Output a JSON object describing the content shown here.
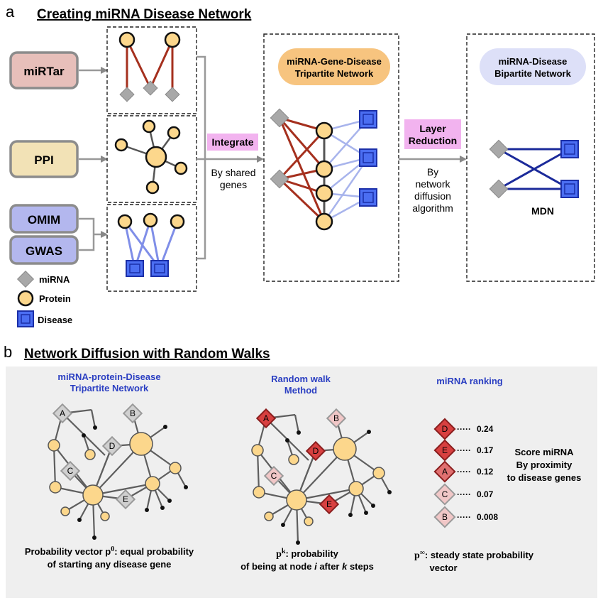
{
  "panel_a": {
    "letter": "a",
    "heading": "Creating miRNA Disease Network",
    "sources": {
      "mirtar": "miRTar",
      "ppi": "PPI",
      "omim": "OMIM",
      "gwas": "GWAS"
    },
    "integrate": {
      "label": "Integrate",
      "caption_line1": "By shared",
      "caption_line2": "genes"
    },
    "tripartite": {
      "title_line1": "miRNA-Gene-Disease",
      "title_line2": "Tripartite Network"
    },
    "reduction": {
      "label_line1": "Layer",
      "label_line2": "Reduction",
      "caption_line1": "By",
      "caption_line2": "network",
      "caption_line3": "diffusion",
      "caption_line4": "algorithm"
    },
    "bipartite": {
      "title_line1": "miRNA-Disease",
      "title_line2": "Bipartite Network",
      "caption": "MDN"
    },
    "legend": {
      "mirna": "miRNA",
      "protein": "Protein",
      "disease": "Disease"
    },
    "colors": {
      "mirtar_fill": "#e7bfba",
      "ppi_fill": "#f2e2b6",
      "omim_fill": "#b3b7ee",
      "integrate_fill": "#f2b3ef",
      "tripartite_title_fill": "#f7c47f",
      "bipartite_title_fill": "#dde0f8",
      "protein_fill": "#fcd78c",
      "disease_fill": "#4b6ef2",
      "mirna_fill": "#a8a8a8",
      "mirtar_edge": "#a5301e",
      "disease_edge": "#7f8ee8",
      "mdn_edge": "#1b2a9a"
    }
  },
  "panel_b": {
    "letter": "b",
    "heading": "Network Diffusion with Random Walks",
    "net1": {
      "title_line1": "miRNA-protein-Disease",
      "title_line2": "Tripartite Network",
      "caption_line1_pre": "Probability vector p",
      "caption_sup": "0",
      "caption_line1_post": ": equal probability",
      "caption_line2": "of starting any disease gene"
    },
    "net2": {
      "title_line1": "Random walk",
      "title_line2": "Method",
      "caption_p": "p",
      "caption_sup": "k",
      "caption_line1_post": ": probability",
      "caption_line2_pre": "of being at node ",
      "caption_i": "i",
      "caption_line2_mid": " after ",
      "caption_k": "k",
      "caption_line2_post": " steps"
    },
    "ranking": {
      "title": "miRNA ranking",
      "items": [
        {
          "label": "D",
          "score": "0.24"
        },
        {
          "label": "E",
          "score": "0.17"
        },
        {
          "label": "A",
          "score": "0.12"
        },
        {
          "label": "C",
          "score": "0.07"
        },
        {
          "label": "B",
          "score": "0.008"
        }
      ],
      "note_line1": "Score miRNA",
      "note_line2": "By proximity",
      "note_line3": "to disease genes",
      "caption_p": "p",
      "caption_sup": "∞",
      "caption_line1_post": ": steady state probability",
      "caption_line2": "vector"
    },
    "node_labels": [
      "A",
      "B",
      "C",
      "D",
      "E"
    ],
    "colors": {
      "panel_bg": "#efefef",
      "edge": "#5e5e5e",
      "red_diamond": "#d84040",
      "red_border": "#8a1e1e",
      "pale_diamond": "#f1c7c7"
    }
  }
}
